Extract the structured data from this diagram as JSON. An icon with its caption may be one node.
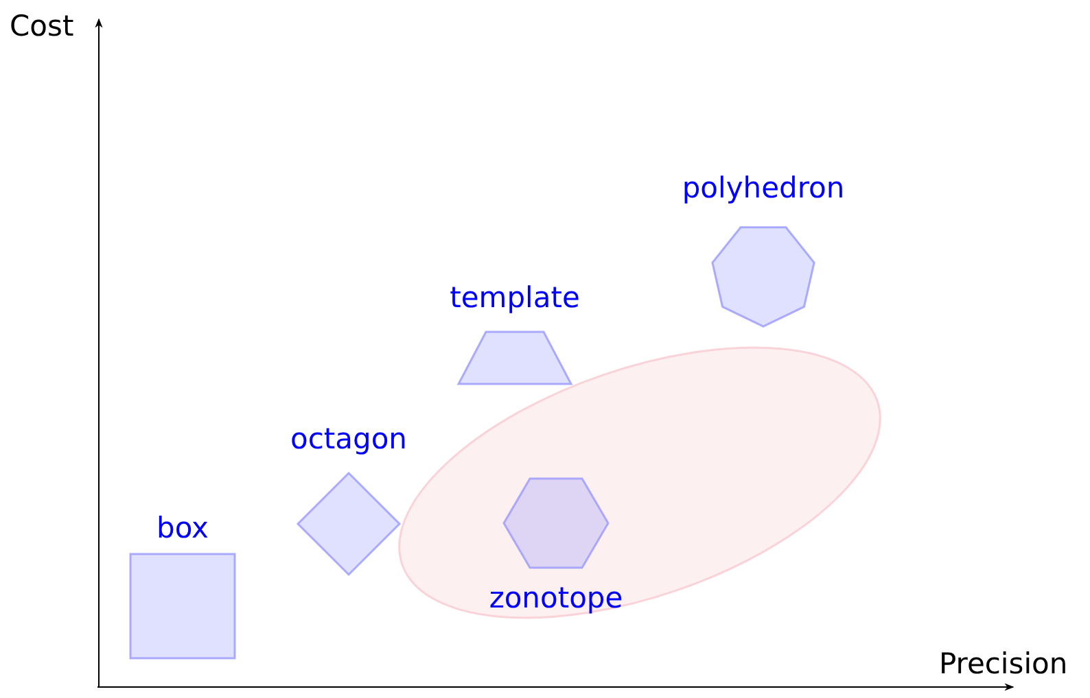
{
  "diagram": {
    "nodes": [
      {
        "text": [
          "box"
        ]
      },
      {
        "text": [
          "octagon"
        ]
      },
      {
        "text": [
          "template"
        ]
      },
      {
        "text": [
          "polyhedron"
        ]
      },
      {
        "text": [
          "zonotope"
        ]
      }
    ],
    "labels": [
      "Cost",
      "Precision"
    ]
  }
}
